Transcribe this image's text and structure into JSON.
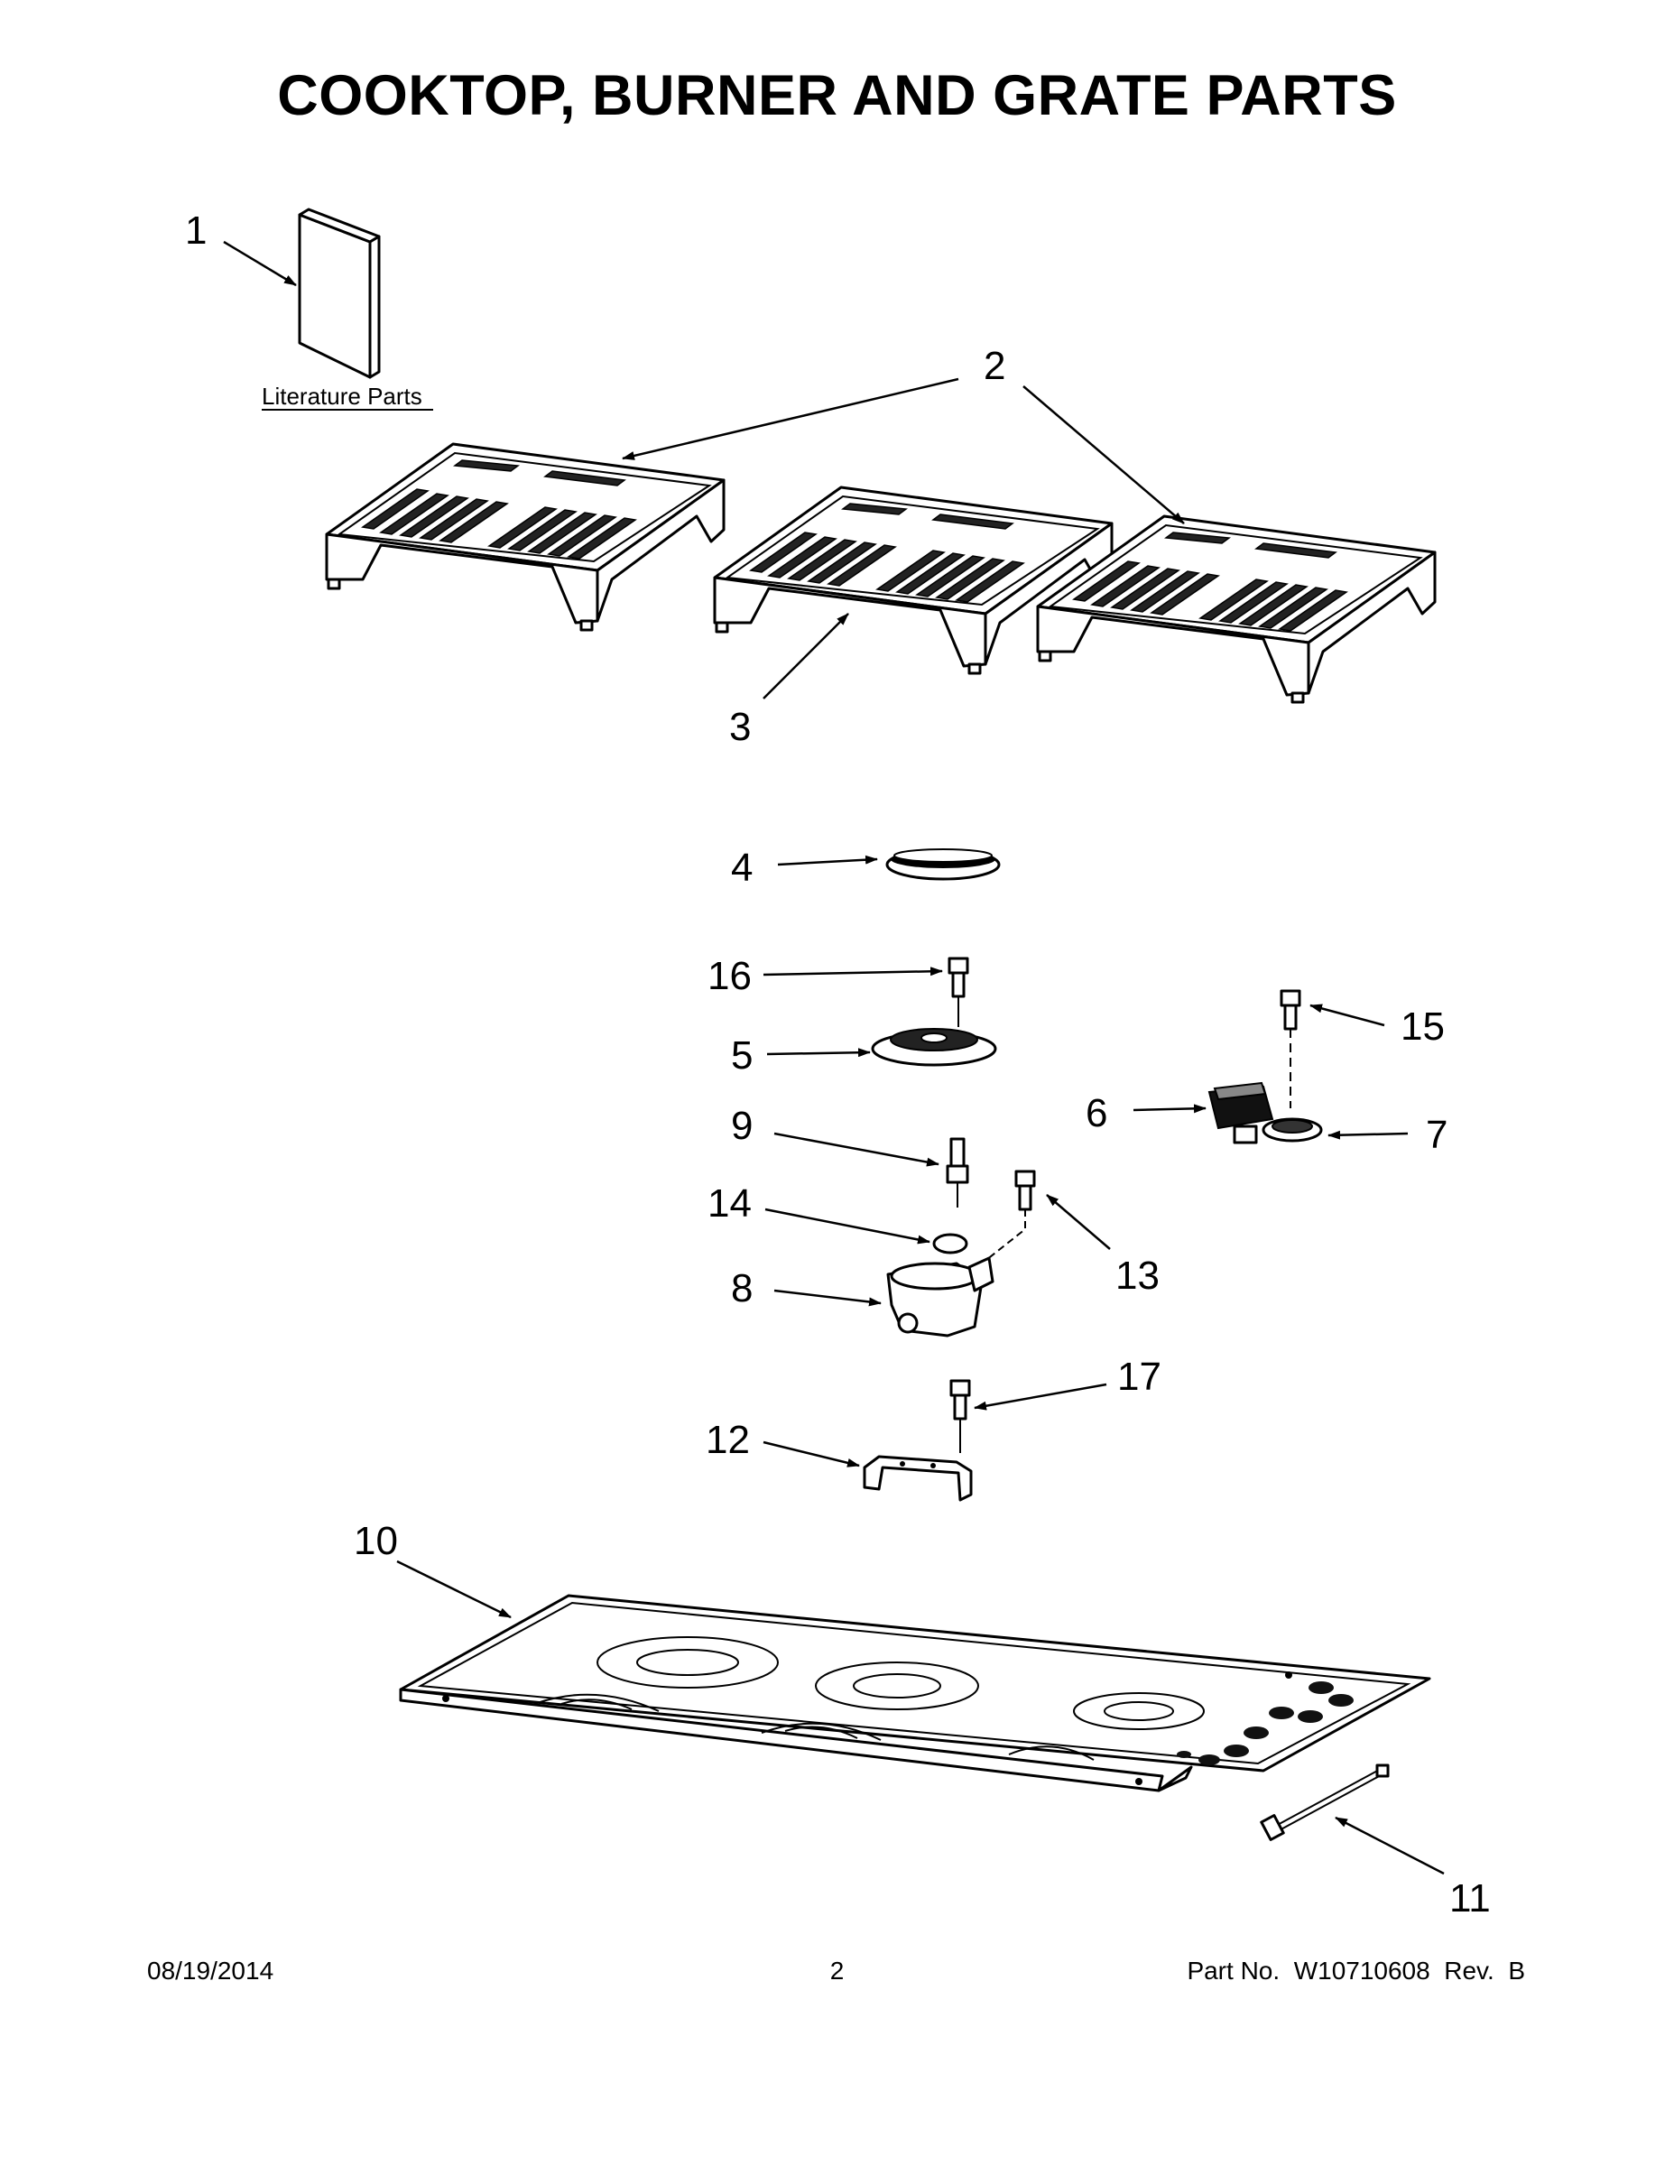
{
  "title": "COOKTOP, BURNER AND GRATE PARTS",
  "literature_label": "Literature Parts",
  "callouts": {
    "c1": "1",
    "c2": "2",
    "c3": "3",
    "c4": "4",
    "c5": "5",
    "c6": "6",
    "c7": "7",
    "c8": "8",
    "c9": "9",
    "c10": "10",
    "c11": "11",
    "c12": "12",
    "c13": "13",
    "c14": "14",
    "c15": "15",
    "c16": "16",
    "c17": "17"
  },
  "footer": {
    "date": "08/19/2014",
    "page": "2",
    "part_no": "Part No.  W10710608  Rev.  B"
  }
}
